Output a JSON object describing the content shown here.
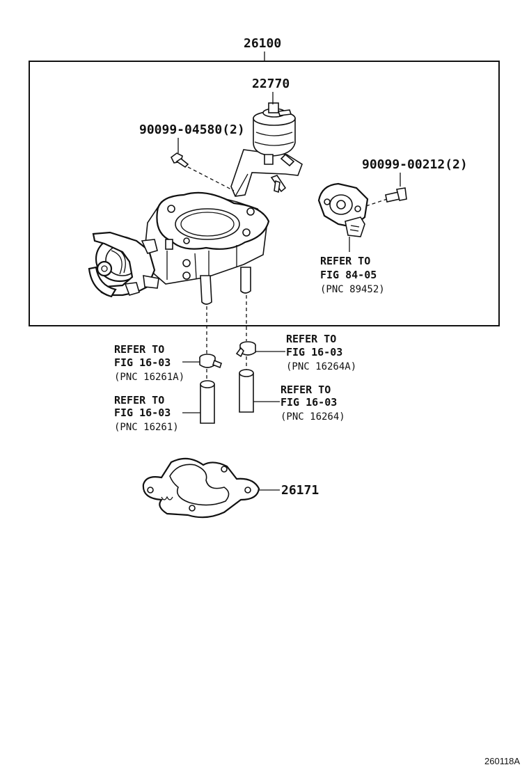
{
  "assembly": {
    "part_number": "26100"
  },
  "parts": {
    "vsv": "22770",
    "bolt_vsv": "90099-04580(2)",
    "bolt_sensor": "90099-00212(2)",
    "gasket": "26171"
  },
  "refs": {
    "sensor": {
      "line1": "REFER TO",
      "line2": "FIG 84-05",
      "line3": "(PNC 89452)"
    },
    "clamp_left": {
      "line1": "REFER TO",
      "line2": "FIG 16-03",
      "line3": "(PNC 16261A)"
    },
    "clamp_right": {
      "line1": "REFER TO",
      "line2": "FIG 16-03",
      "line3": "(PNC 16264A)"
    },
    "hose_left": {
      "line1": "REFER TO",
      "line2": "FIG 16-03",
      "line3": "(PNC 16261)"
    },
    "hose_right": {
      "line1": "REFER TO",
      "line2": "FIG 16-03",
      "line3": "(PNC 16264)"
    }
  },
  "footer": {
    "diagram_id": "260118A"
  }
}
